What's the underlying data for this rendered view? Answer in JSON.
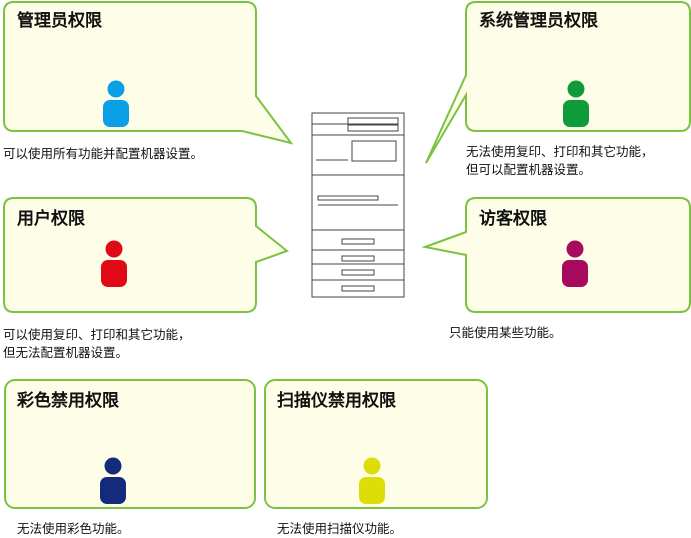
{
  "roles": {
    "admin": {
      "title": "管理员权限",
      "description": "可以使用所有功能并配置机器设置。",
      "icon": "person-icon",
      "person_color": "#0aa0e8"
    },
    "sys_admin": {
      "title": "系统管理员权限",
      "description": "无法使用复印、打印和其它功能，\n但可以配置机器设置。",
      "icon": "person-icon",
      "person_color": "#0f9a3c"
    },
    "user": {
      "title": "用户权限",
      "description": "可以使用复印、打印和其它功能，\n但无法配置机器设置。",
      "icon": "person-icon",
      "person_color": "#e00a16"
    },
    "guest": {
      "title": "访客权限",
      "description": "只能使用某些功能。",
      "icon": "person-icon",
      "person_color": "#a80a5e"
    },
    "color_disabled": {
      "title": "彩色禁用权限",
      "description": "无法使用彩色功能。",
      "icon": "person-icon",
      "person_color": "#142a7a"
    },
    "scanner_disabled": {
      "title": "扫描仪禁用权限",
      "description": "无法使用扫描仪功能。",
      "icon": "person-icon",
      "person_color": "#dddd0a"
    }
  },
  "bubble_fill": "#fdfde8",
  "bubble_stroke": "#7cc242",
  "device_icon": "multifunction-printer-icon"
}
